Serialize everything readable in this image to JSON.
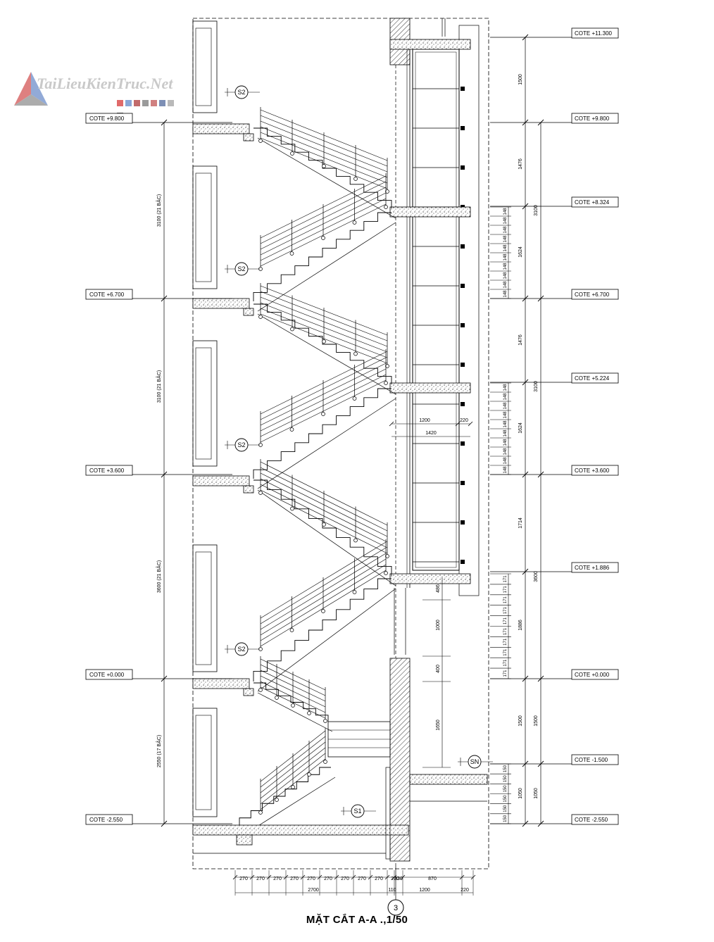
{
  "watermark": {
    "text": "TaiLieuKienTruc.Net",
    "colors": [
      "#e06a6a",
      "#8aa6d6",
      "#c26b6b",
      "#9a9a9a",
      "#d08080",
      "#7d8fb5",
      "#b9b9b9",
      "#6f6f6f"
    ]
  },
  "title": "MẶT CẮT A-A  .,1/50",
  "grid_axis": "3",
  "cote_left": [
    "COTE +9.800",
    "COTE +6.700",
    "COTE +3.600",
    "COTE +0.000",
    "COTE -2.550"
  ],
  "cote_right": [
    "COTE +11.300",
    "COTE +9.800",
    "COTE +8.324",
    "COTE +6.700",
    "COTE +5.224",
    "COTE +3.600",
    "COTE +1.886",
    "COTE +0.000",
    "COTE -1.500",
    "COTE -2.550"
  ],
  "left_dims": [
    "3100 (21 BẬC)",
    "3100 (21 BẬC)",
    "3600 (21 BẬC)",
    "2550 (17 BẬC)"
  ],
  "section_tags": [
    "S2",
    "S2",
    "S2",
    "S2",
    "S1",
    "SN"
  ],
  "right_dims_inner": [
    "1500",
    "1476",
    "1624",
    "1476",
    "1624",
    "1714",
    "1886",
    "1500",
    "1050"
  ],
  "right_dims_outer": [
    "3100",
    "3100",
    "3600",
    "1500",
    "1050"
  ],
  "riser_148": "148",
  "riser_171": "171",
  "riser_150": "150",
  "mid_dims": [
    "1200",
    "220",
    "1420",
    "486",
    "1000",
    "400",
    "1650"
  ],
  "bottom_dims_row1": [
    "270",
    "270",
    "270",
    "270",
    "270",
    "270",
    "270",
    "270",
    "270",
    "270",
    "330",
    "870"
  ],
  "bottom_dims_row2": [
    "2700",
    "110",
    "1200",
    "220"
  ]
}
